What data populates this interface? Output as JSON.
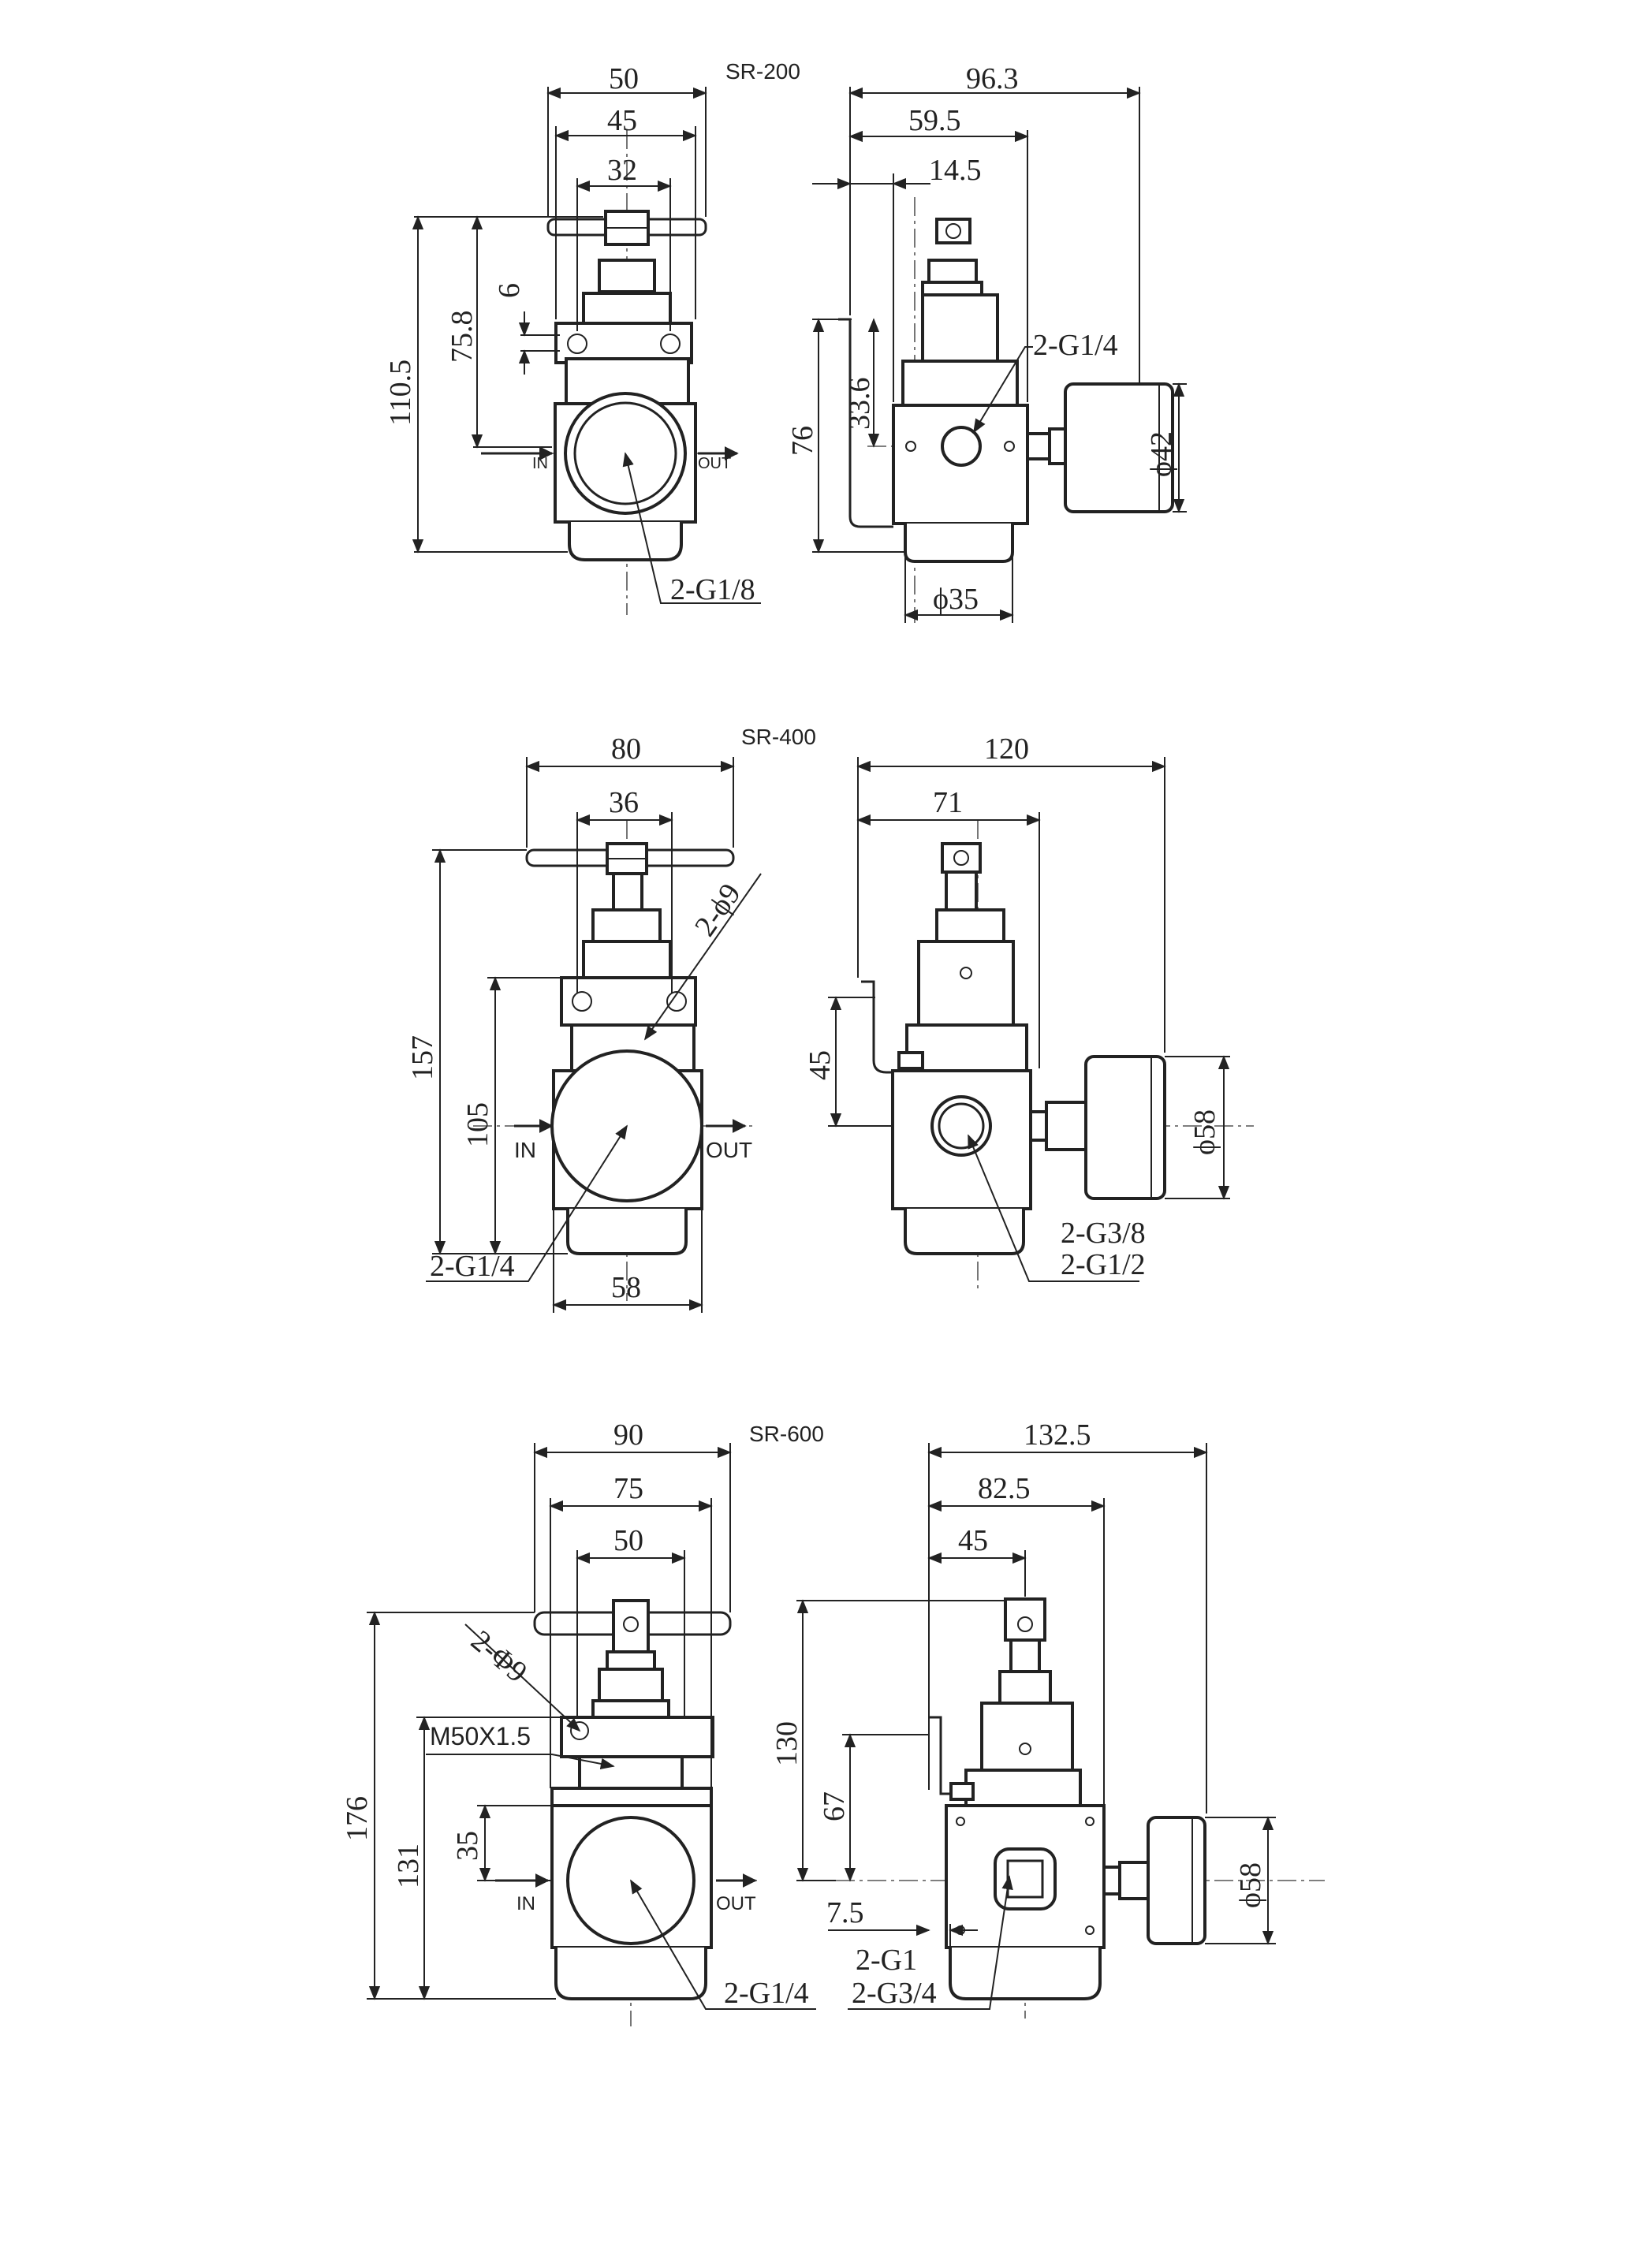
{
  "drawings": [
    {
      "model": "SR-200",
      "front": {
        "dims": [
          "50",
          "45",
          "32",
          "110.5",
          "75.8",
          "6"
        ],
        "ports": {
          "in": "IN",
          "out": "OUT"
        },
        "callout": "2-G1/8"
      },
      "side": {
        "dims": [
          "96.3",
          "59.5",
          "14.5",
          "76",
          "33.6",
          "ϕ42",
          "ϕ35"
        ],
        "callout": "2-G1/4"
      }
    },
    {
      "model": "SR-400",
      "front": {
        "dims": [
          "80",
          "36",
          "157",
          "105",
          "58"
        ],
        "ports": {
          "in": "IN",
          "out": "OUT"
        },
        "holes": "2-ϕ9",
        "callout": "2-G1/4"
      },
      "side": {
        "dims": [
          "120",
          "71",
          "45",
          "ϕ58"
        ],
        "callout": [
          "2-G3/8",
          "2-G1/2"
        ]
      }
    },
    {
      "model": "SR-600",
      "front": {
        "dims": [
          "90",
          "75",
          "50",
          "176",
          "131",
          "35"
        ],
        "ports": {
          "in": "IN",
          "out": "OUT"
        },
        "holes": "2-Φ9",
        "thread": "M50X1.5",
        "callout": "2-G1/4"
      },
      "side": {
        "dims": [
          "132.5",
          "82.5",
          "45",
          "130",
          "67",
          "7.5",
          "ϕ58"
        ],
        "callout": [
          "2-G1",
          "2-G3/4"
        ]
      }
    }
  ]
}
